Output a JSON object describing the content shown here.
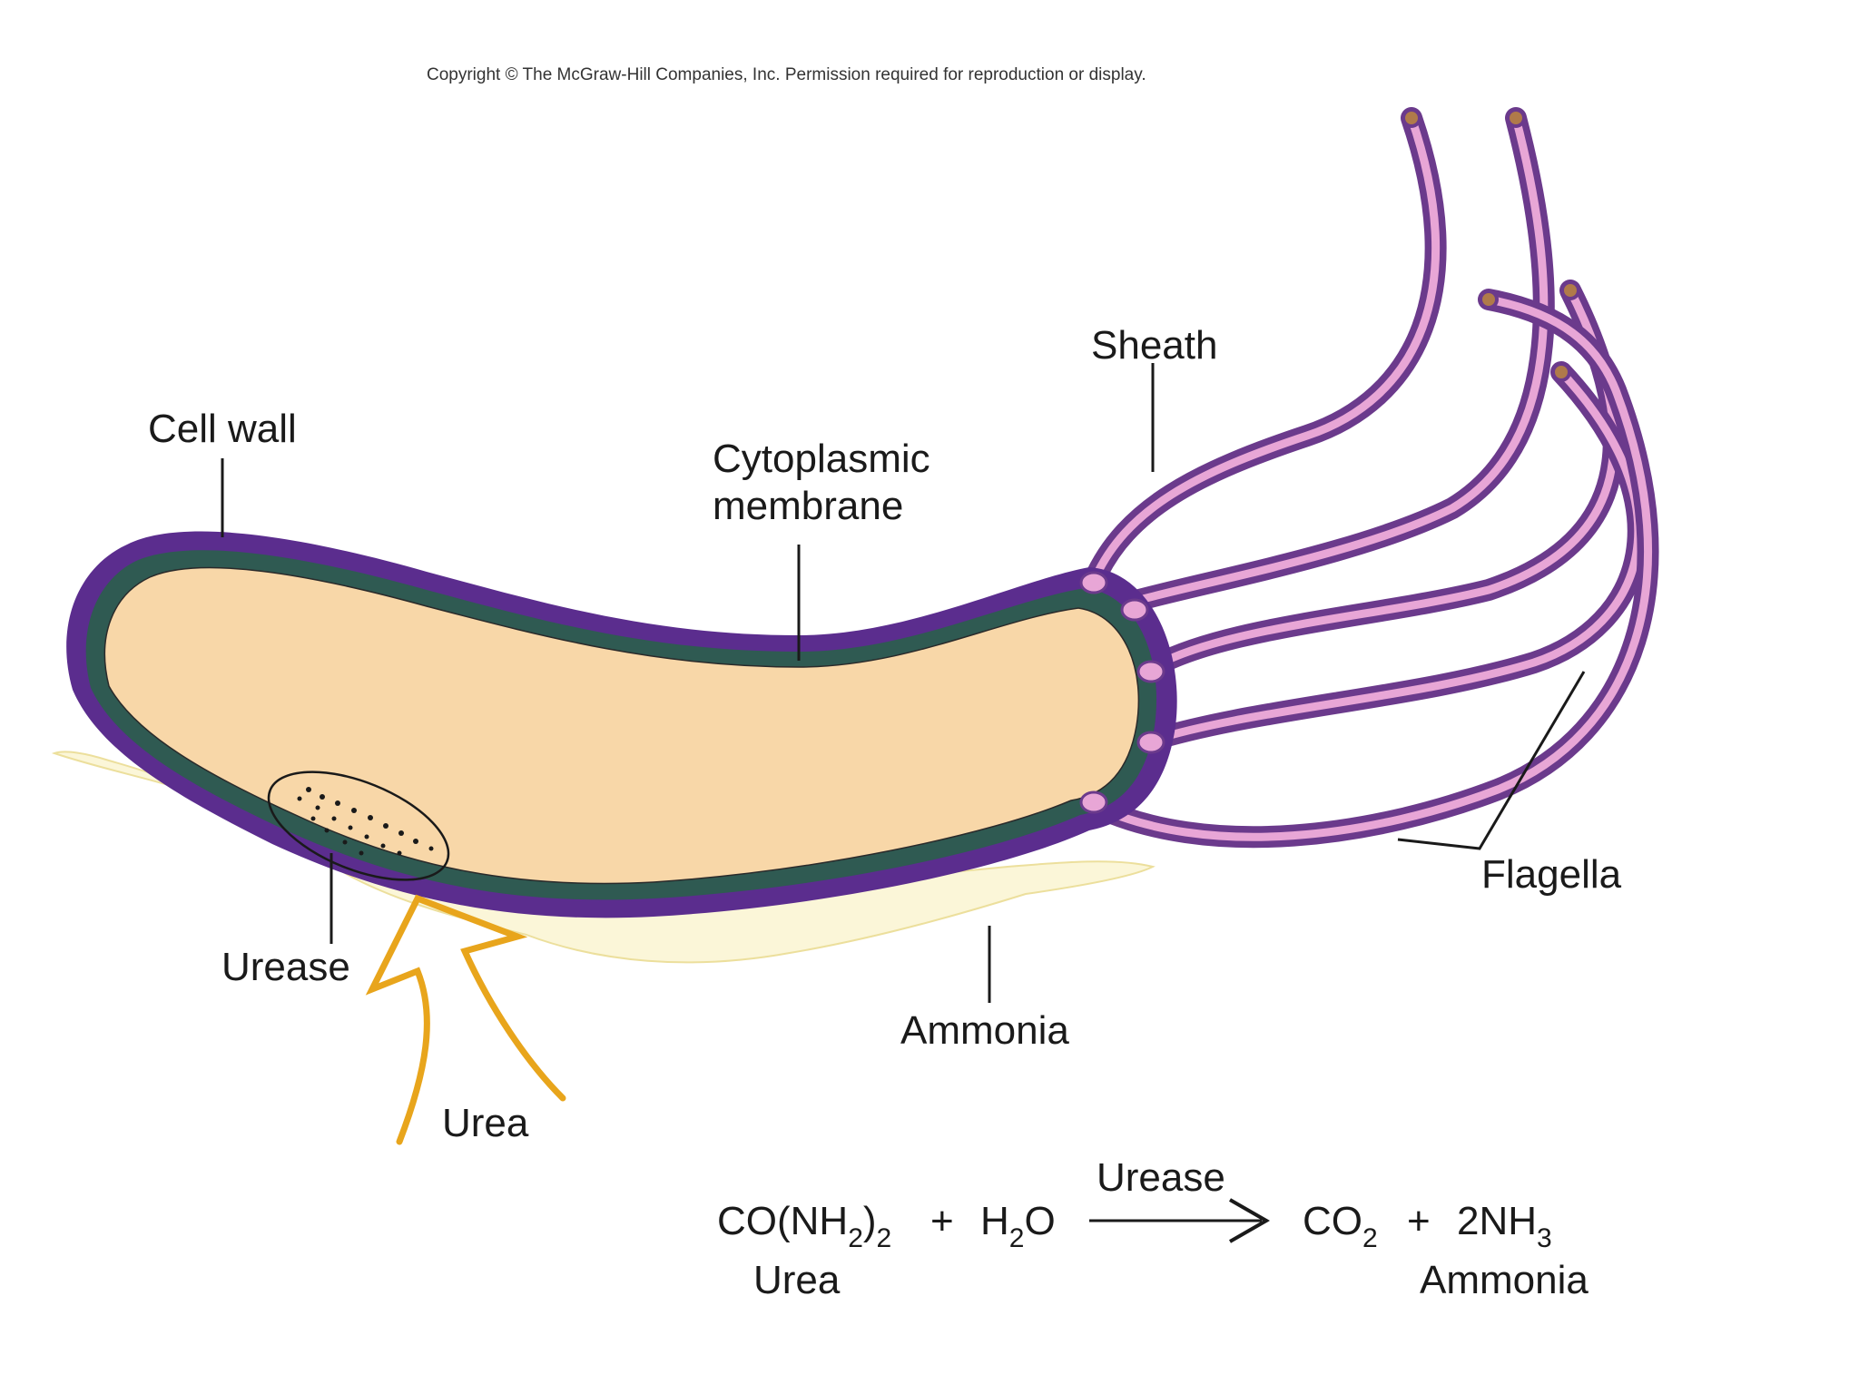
{
  "copyright": "Copyright © The McGraw-Hill Companies, Inc. Permission required for reproduction or display.",
  "labels": {
    "sheath": "Sheath",
    "cell_wall": "Cell wall",
    "cytoplasmic_line1": "Cytoplasmic",
    "cytoplasmic_line2": "membrane",
    "flagella": "Flagella",
    "urease": "Urease",
    "ammonia": "Ammonia",
    "urea": "Urea"
  },
  "equation": {
    "reactant1": "CO(NH",
    "reactant1_sub": "2",
    "reactant1_close": ")",
    "reactant1_sub2": "2",
    "plus1": "+",
    "reactant2_a": "H",
    "reactant2_sub": "2",
    "reactant2_b": "O",
    "catalyst": "Urease",
    "product1_a": "CO",
    "product1_sub": "2",
    "plus2": "+",
    "product2_a": "2NH",
    "product2_sub": "3",
    "reactant_name": "Urea",
    "product_name": "Ammonia"
  },
  "colors": {
    "cell_wall": "#5b2d8e",
    "membrane": "#2f5a52",
    "cytoplasm": "#f8d7a8",
    "flagella_outer": "#6b3a8c",
    "flagella_inner": "#e8a6d6",
    "ammonia_cloud": "#fbf6d8",
    "urea_arrow": "#e8a51c"
  }
}
